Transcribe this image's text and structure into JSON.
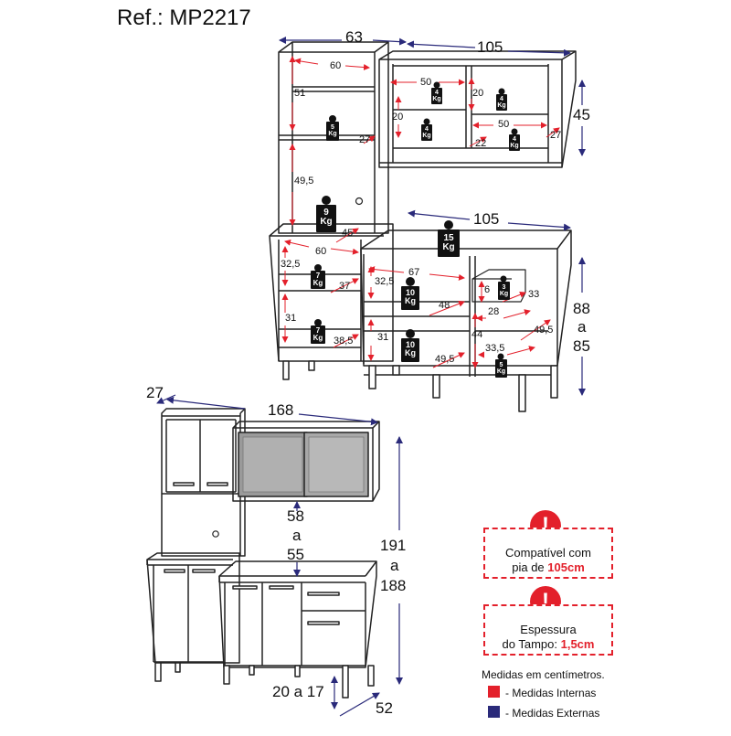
{
  "reference": "Ref.: MP2217",
  "colors": {
    "internal": "#e3202b",
    "external": "#2a2a7a",
    "line": "#222222",
    "glass": "#9a9a9a"
  },
  "top_view": {
    "ext_width_left": "63",
    "ext_width_right_upper": "105",
    "ext_width_right_lower": "105",
    "ext_height_upper": "45",
    "ext_height_lower_top": "88",
    "ext_height_lower_mid": "a",
    "ext_height_lower_bot": "85",
    "internal": {
      "left_upper_width": "60",
      "left_upper_height": "51",
      "left_mid_height": "49,5",
      "left_mid_depth": "27",
      "left_counter_depth": "45",
      "left_lower_width": "60",
      "left_lower_height": "32,5",
      "left_lower_depth": "37",
      "left_bottom_height": "31",
      "left_bottom_depth": "38,5",
      "upper_right_width_a": "50",
      "upper_right_height_a": "20",
      "upper_right_height_b": "20",
      "upper_right_width_b": "50",
      "upper_right_depth_a": "22",
      "upper_right_depth_b": "27",
      "lower_right_width": "67",
      "lower_right_height_a": "32,5",
      "lower_right_depth_a": "48",
      "lower_right_height_b": "31",
      "lower_right_depth_b": "49,5",
      "drawer_height": "6",
      "drawer_depth": "33",
      "drawer_width": "28",
      "side_height": "44",
      "side_width": "33,5",
      "side_depth": "49,5"
    },
    "weights": [
      {
        "value": "5",
        "unit": "Kg"
      },
      {
        "value": "9",
        "unit": "Kg"
      },
      {
        "value": "7",
        "unit": "Kg"
      },
      {
        "value": "7",
        "unit": "Kg"
      },
      {
        "value": "4",
        "unit": "Kg"
      },
      {
        "value": "4",
        "unit": "Kg"
      },
      {
        "value": "4",
        "unit": "Kg"
      },
      {
        "value": "4",
        "unit": "Kg"
      },
      {
        "value": "15",
        "unit": "Kg"
      },
      {
        "value": "10",
        "unit": "Kg"
      },
      {
        "value": "10",
        "unit": "Kg"
      },
      {
        "value": "3",
        "unit": "Kg"
      },
      {
        "value": "5",
        "unit": "Kg"
      }
    ]
  },
  "front_view": {
    "total_width": "168",
    "depth_upper": "27",
    "height_top": "191",
    "height_mid": "a",
    "height_bot": "188",
    "gap_top": "58",
    "gap_mid": "a",
    "gap_bot": "55",
    "feet": "20 a 17",
    "depth_lower": "52"
  },
  "notices": [
    {
      "icon": "!",
      "line1": "Compatível com",
      "line2_prefix": "pia de ",
      "line2_value": "105cm"
    },
    {
      "icon": "!",
      "line1": "Espessura",
      "line2_prefix": "do Tampo: ",
      "line2_value": "1,5cm"
    }
  ],
  "legend": {
    "title": "Medidas em centímetros.",
    "internal": "- Medidas Internas",
    "external": "- Medidas Externas"
  }
}
